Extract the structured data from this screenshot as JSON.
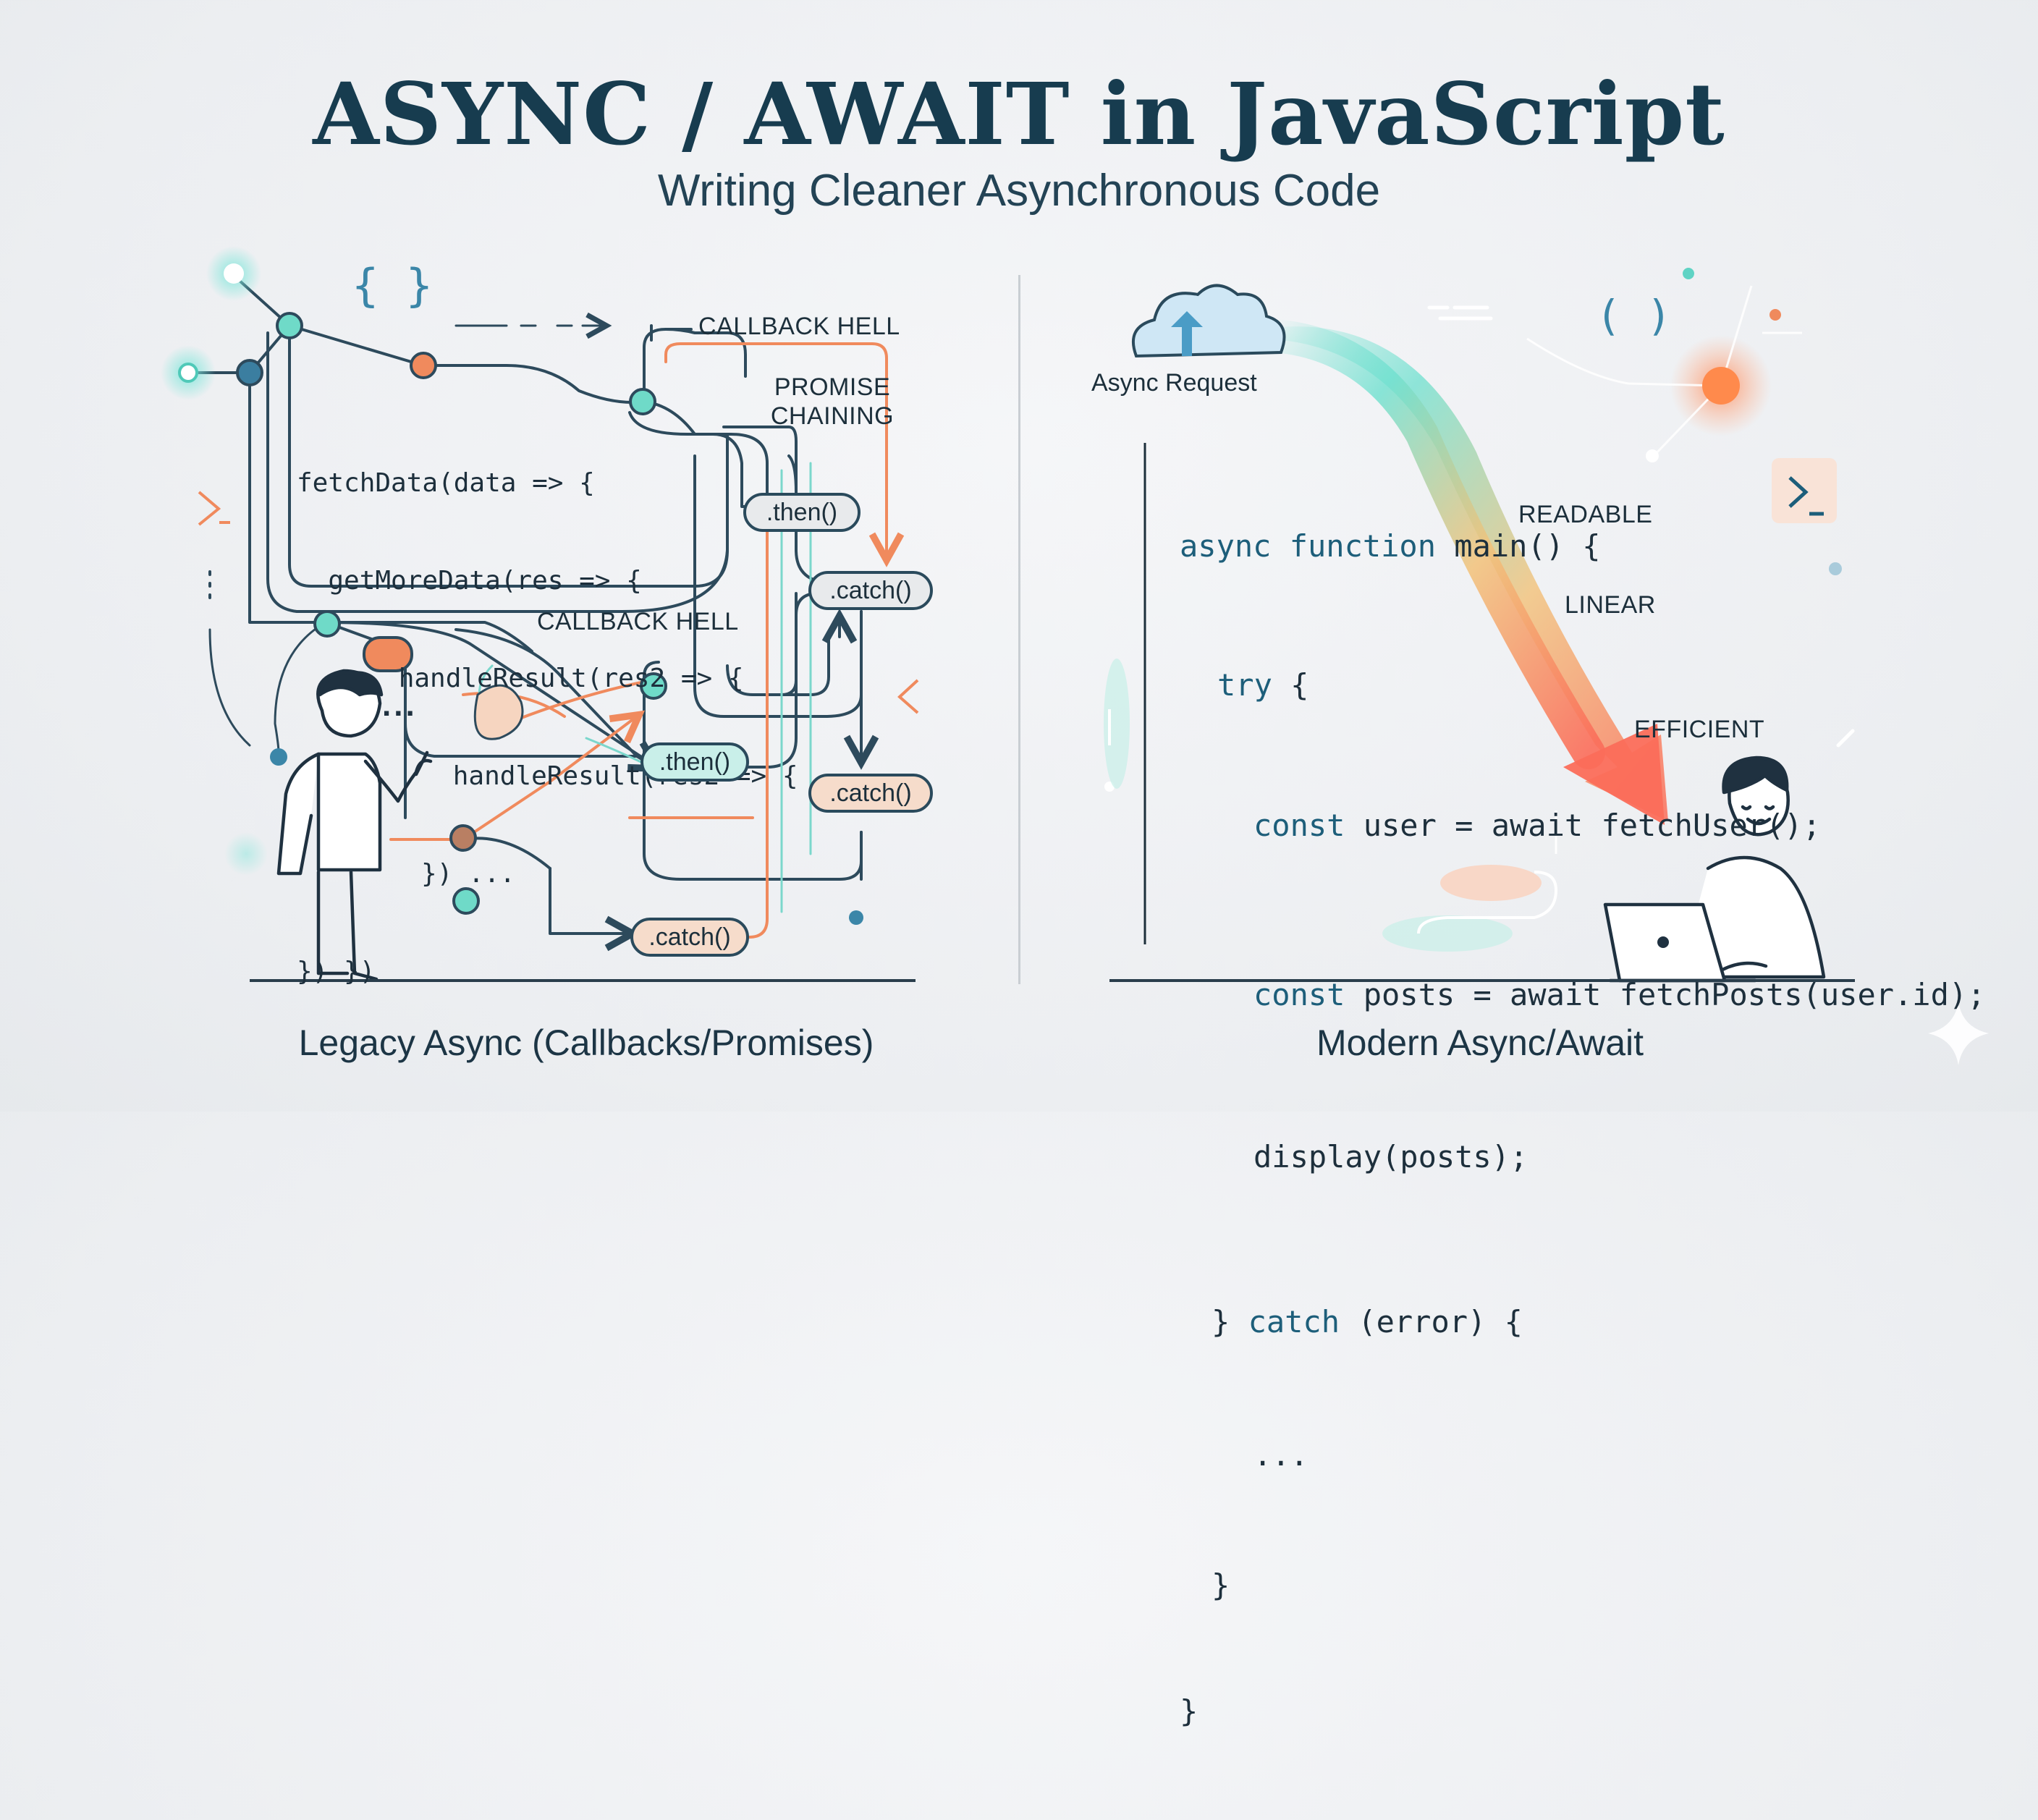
{
  "title": "ASYNC / AWAIT in JavaScript",
  "subtitle": "Writing Cleaner Asynchronous Code",
  "legacy": {
    "code_lines": [
      "fetchData(data => {",
      "  getMoreData(res => {",
      "    handleResult(res2 => {",
      "       handleResult(res2 => {",
      "      }) ...",
      "}) })"
    ],
    "labels": {
      "callback_hell_top": "CALLBACK HELL",
      "promise_chaining": "PROMISE\nCHAINING",
      "callback_hell_mid": "CALLBACK HELL"
    },
    "pills": {
      "then_1": ".then()",
      "catch_1": ".catch()",
      "then_2": ".then()",
      "catch_2": ".catch()",
      "catch_3": ".catch()"
    },
    "braces_icon": "{ }",
    "prompt_icon": ">_",
    "ellipsis": "...",
    "footer": "Legacy Async (Callbacks/Promises)"
  },
  "modern": {
    "request_label": "Async Request",
    "code": {
      "line1_kw": "async function",
      "line1_rest": " main() {",
      "line2_kw": "try",
      "line2_rest": " {",
      "line3_kw": "const",
      "line3_rest": " user = await fetchUser();",
      "line4_kw": "const",
      "line4_rest": " posts = await fetchPosts(user.id);",
      "line5": "display(posts);",
      "line6_pre": "} ",
      "line6_kw": "catch",
      "line6_rest": " (error) {",
      "line7": "...",
      "line8": "}",
      "line9": "}"
    },
    "tags": {
      "readable": "READABLE",
      "linear": "LINEAR",
      "efficient": "EFFICIENT"
    },
    "paren_icon": "( )",
    "prompt_icon": ">_",
    "footer": "Modern Async/Await"
  },
  "colors": {
    "navy": "#173c4f",
    "line": "#2d4a5c",
    "orange": "#f08a5d",
    "teal": "#5fd3c4",
    "peach": "#f6dccb",
    "mint": "#c9efe9"
  }
}
